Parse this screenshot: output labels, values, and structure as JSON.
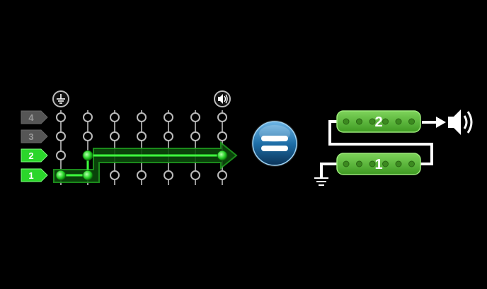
{
  "matrix": {
    "rows": [
      {
        "label": "4",
        "active": false
      },
      {
        "label": "3",
        "active": false
      },
      {
        "label": "2",
        "active": true
      },
      {
        "label": "1",
        "active": true
      }
    ],
    "columns": 7,
    "ground_icon": "ground-icon",
    "output_icon": "speaker-icon",
    "active_color": "#2bd62b",
    "inactive_color": "#555555"
  },
  "equals_button": {
    "icon": "equals-icon",
    "color": "#1e6fa8"
  },
  "schematic": {
    "pickups": [
      {
        "label": "2"
      },
      {
        "label": "1"
      }
    ],
    "pickup_color": "#5cbf3a",
    "ground_icon": "ground-icon",
    "output_icon": "speaker-icon"
  }
}
